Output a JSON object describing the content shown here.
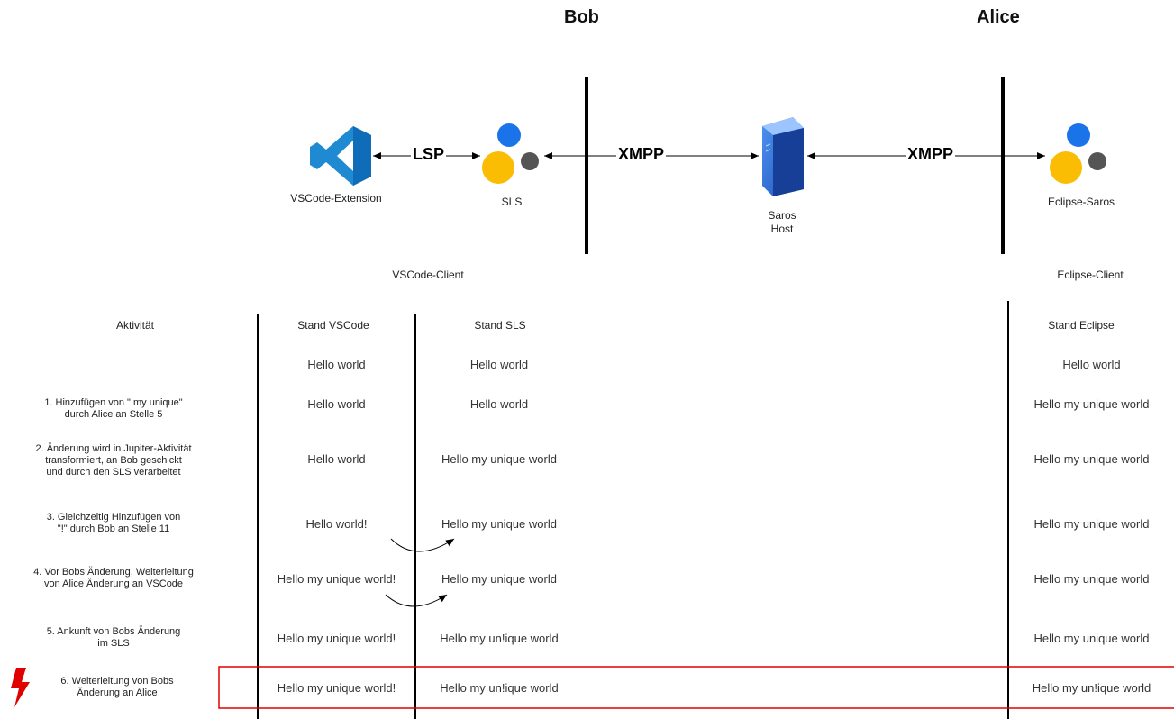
{
  "header": {
    "bob": "Bob",
    "alice": "Alice"
  },
  "components": {
    "vscode_extension": "VSCode-Extension",
    "sls": "SLS",
    "saros_host_line1": "Saros",
    "saros_host_line2": "Host",
    "eclipse_saros": "Eclipse-Saros"
  },
  "protocols": {
    "lsp": "LSP",
    "xmpp_left": "XMPP",
    "xmpp_right": "XMPP"
  },
  "clients": {
    "vscode_client": "VSCode-Client",
    "eclipse_client": "Eclipse-Client"
  },
  "table": {
    "headers": {
      "activity": "Aktivität",
      "vscode": "Stand VSCode",
      "sls": "Stand SLS",
      "eclipse": "Stand Eclipse"
    },
    "rows": [
      {
        "activity_line1": "",
        "activity_line2": "",
        "activity_line3": "",
        "vscode": "Hello world",
        "sls": "Hello world",
        "eclipse": "Hello world"
      },
      {
        "activity_line1": "1. Hinzufügen von \" my unique\"",
        "activity_line2": "durch Alice an Stelle 5",
        "activity_line3": "",
        "vscode": "Hello world",
        "sls": "Hello world",
        "eclipse": "Hello my unique world"
      },
      {
        "activity_line1": "2. Änderung wird in Jupiter-Aktivität",
        "activity_line2": "transformiert, an Bob geschickt",
        "activity_line3": "und durch den SLS verarbeitet",
        "vscode": "Hello world",
        "sls": "Hello my unique world",
        "eclipse": "Hello my unique world"
      },
      {
        "activity_line1": "3. Gleichzeitig Hinzufügen von",
        "activity_line2": "\"!\" durch Bob an Stelle 11",
        "activity_line3": "",
        "vscode": "Hello world!",
        "sls": "Hello my unique world",
        "eclipse": "Hello my unique world"
      },
      {
        "activity_line1": "4. Vor Bobs Änderung, Weiterleitung",
        "activity_line2": "von Alice Änderung an VSCode",
        "activity_line3": "",
        "vscode": "Hello my unique world!",
        "sls": "Hello my unique world",
        "eclipse": "Hello my unique world"
      },
      {
        "activity_line1": "5. Ankunft von Bobs Änderung",
        "activity_line2": "im SLS",
        "activity_line3": "",
        "vscode": "Hello my unique world!",
        "sls": "Hello my un!ique world",
        "eclipse": "Hello my unique world"
      },
      {
        "activity_line1": "6. Weiterleitung von Bobs",
        "activity_line2": "Änderung an Alice",
        "activity_line3": "",
        "vscode": "Hello my unique world!",
        "sls": "Hello my un!ique world",
        "eclipse": "Hello my un!ique world"
      }
    ]
  },
  "icons": {
    "vscode": "vscode-logo-icon",
    "sls": "saros-dots-icon",
    "server": "server-icon",
    "eclipse": "saros-dots-icon",
    "warning": "lightning-bolt-icon"
  },
  "colors": {
    "vscode_blue": "#1f8ad2",
    "dot_blue": "#1a73e8",
    "dot_yellow": "#fbbc04",
    "dot_gray": "#555555",
    "server_blue": "#2f6fd8",
    "highlight_red": "#e00000"
  }
}
